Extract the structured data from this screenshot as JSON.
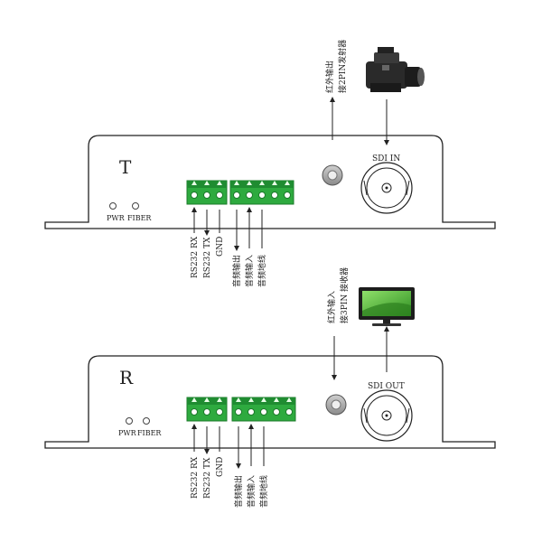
{
  "transmitter": {
    "letter": "T",
    "pwr_label": "PWR",
    "fiber_label": "FIBER",
    "port_label": "SDI IN",
    "ir_label_line1": "红外输出",
    "ir_label_line2": "接2PIN发射器",
    "rs232_rx": "RS232 RX",
    "rs232_tx": "RS232 TX",
    "gnd": "GND",
    "audio_out": "音频输出",
    "audio_in": "音频输入",
    "audio_gnd": "音频地线"
  },
  "receiver": {
    "letter": "R",
    "pwr_label": "PWR",
    "fiber_label": "FIBER",
    "port_label": "SDI OUT",
    "ir_label_line1": "红外输入",
    "ir_label_line2": "接3PIN 接收器",
    "rs232_rx": "RS232 RX",
    "rs232_tx": "RS232 TX",
    "gnd": "GND",
    "audio_out": "音频输出",
    "audio_in": "音频输入",
    "audio_gnd": "音频地线"
  },
  "icons": {
    "source": "camcorder-icon",
    "display": "monitor-icon"
  },
  "colors": {
    "terminal_green": "#2eaa3f",
    "terminal_dark": "#1b7a2a",
    "outline": "#222222",
    "monitor_screen": "#4fb83a"
  }
}
